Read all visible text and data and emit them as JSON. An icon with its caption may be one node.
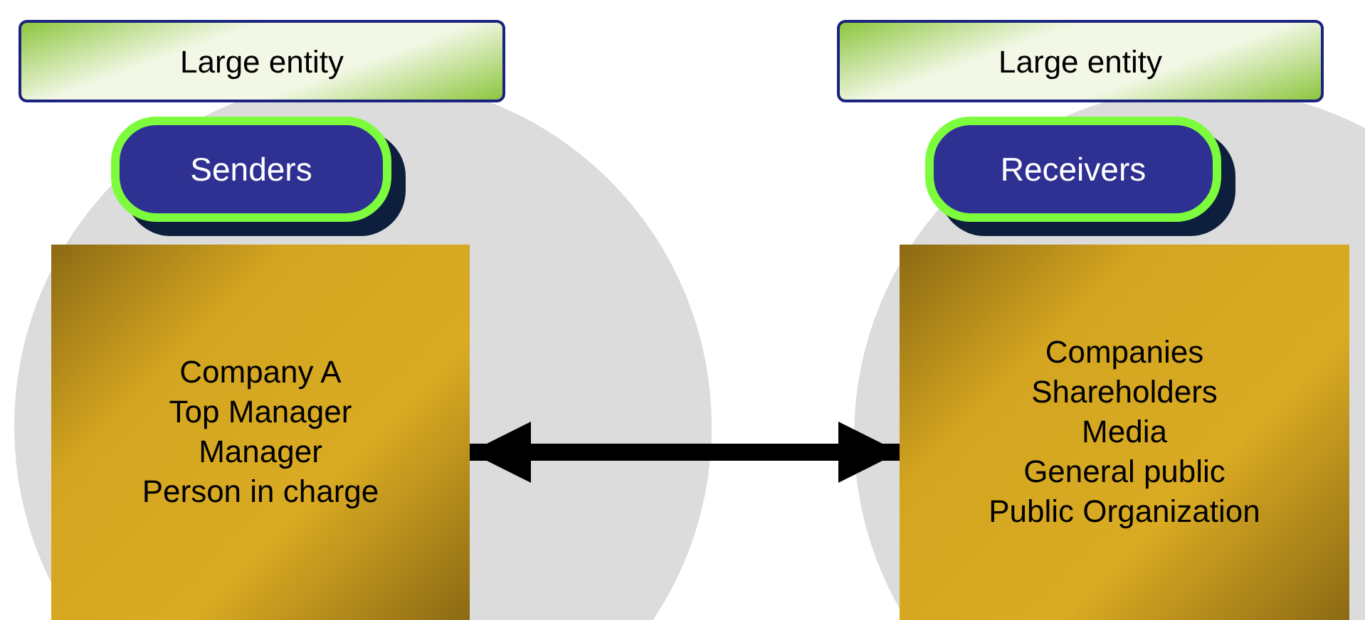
{
  "diagram": {
    "nodes": [
      {
        "text": [
          "Large entity"
        ]
      },
      {
        "text": [
          "Senders"
        ]
      },
      {
        "text": [
          "Company A",
          "Top Manager",
          "Manager",
          "Person in charge"
        ]
      },
      {
        "text": [
          "Large entity"
        ]
      },
      {
        "text": [
          "Receivers"
        ]
      },
      {
        "text": [
          "Companies",
          "Shareholders",
          "Media",
          "General public",
          "Public Organization"
        ]
      }
    ],
    "edges": [
      {
        "from": 2,
        "to": 5,
        "arrow": "both"
      }
    ]
  }
}
